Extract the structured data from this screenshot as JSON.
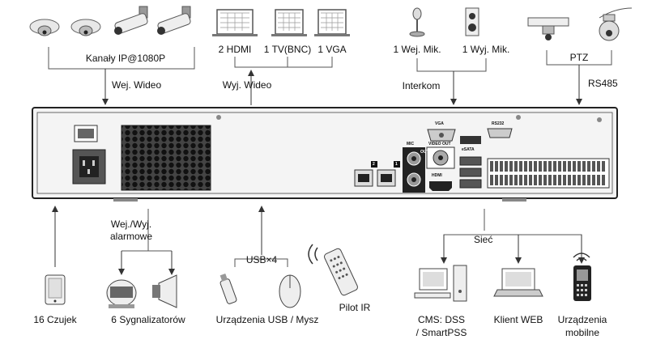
{
  "labels": {
    "ip_channels": "Kanały IP@1080P",
    "video_in": "Wej. Wideo",
    "hdmi": "2 HDMI",
    "tv": "1 TV(BNC)",
    "vga": "1 VGA",
    "video_out": "Wyj. Wideo",
    "mic_in": "1 Wej. Mik.",
    "mic_out": "1 Wyj. Mik.",
    "intercom": "Interkom",
    "ptz": "PTZ",
    "rs485": "RS485",
    "alarm_io_line1": "Wej./Wyj.",
    "alarm_io_line2": "alarmowe",
    "usb_count": "USB×4",
    "network": "Sieć",
    "sensors": "16 Czujek",
    "sirens": "6 Sygnalizatorów",
    "usb_devices": "Urządzenia USB / Mysz",
    "ir_remote": "Pilot IR",
    "cms_line1": "CMS: DSS",
    "cms_line2": "/ SmartPSS",
    "web_client": "Klient WEB",
    "mobile_line1": "Urządzenia",
    "mobile_line2": "mobilne"
  },
  "panel": {
    "vga": "VGA",
    "rs232": "RS232",
    "mic": "MIC",
    "video_out": "VIDEO OUT",
    "esata": "eSATA",
    "hdmi": "HDMI",
    "port1": "1",
    "port2": "2",
    "out": "OUT"
  }
}
